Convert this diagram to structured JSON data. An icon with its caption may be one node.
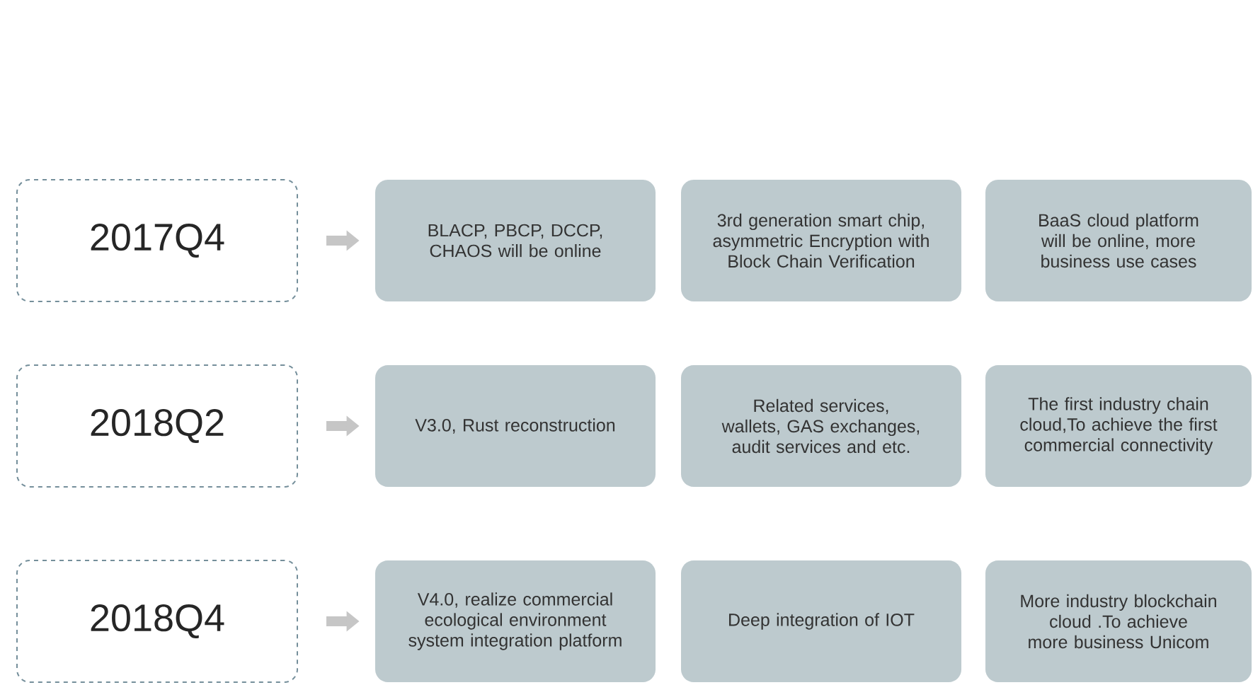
{
  "diagram": {
    "nodes": [
      {
        "text": [
          "2017Q4"
        ]
      },
      {
        "text": [
          "BLACP, PBCP, DCCP, CHAOS will be online"
        ]
      },
      {
        "text": [
          "3rd generation smart chip, asymmetric Encryption with Block Chain Verification"
        ]
      },
      {
        "text": [
          "BaaS cloud platform will be online, more business use cases"
        ]
      },
      {
        "text": [
          "2018Q2"
        ]
      },
      {
        "text": [
          "V3.0, Rust reconstruction"
        ]
      },
      {
        "text": [
          "Related services, wallets, GAS exchanges, audit services and etc."
        ]
      },
      {
        "text": [
          "The first industry chain cloud,To achieve the first commercial connectivity"
        ]
      },
      {
        "text": [
          "2018Q4"
        ]
      },
      {
        "text": [
          "V4.0, realize commercial ecological environment system integration platform"
        ]
      },
      {
        "text": [
          "Deep integration of IOT"
        ]
      },
      {
        "text": [
          "More industry blockchain cloud .To achieve more business Unicom"
        ]
      }
    ],
    "edges": [
      {
        "from": 0,
        "to": 1,
        "arrow": "to"
      },
      {
        "from": 4,
        "to": 5,
        "arrow": "to"
      },
      {
        "from": 8,
        "to": 9,
        "arrow": "to"
      }
    ]
  }
}
